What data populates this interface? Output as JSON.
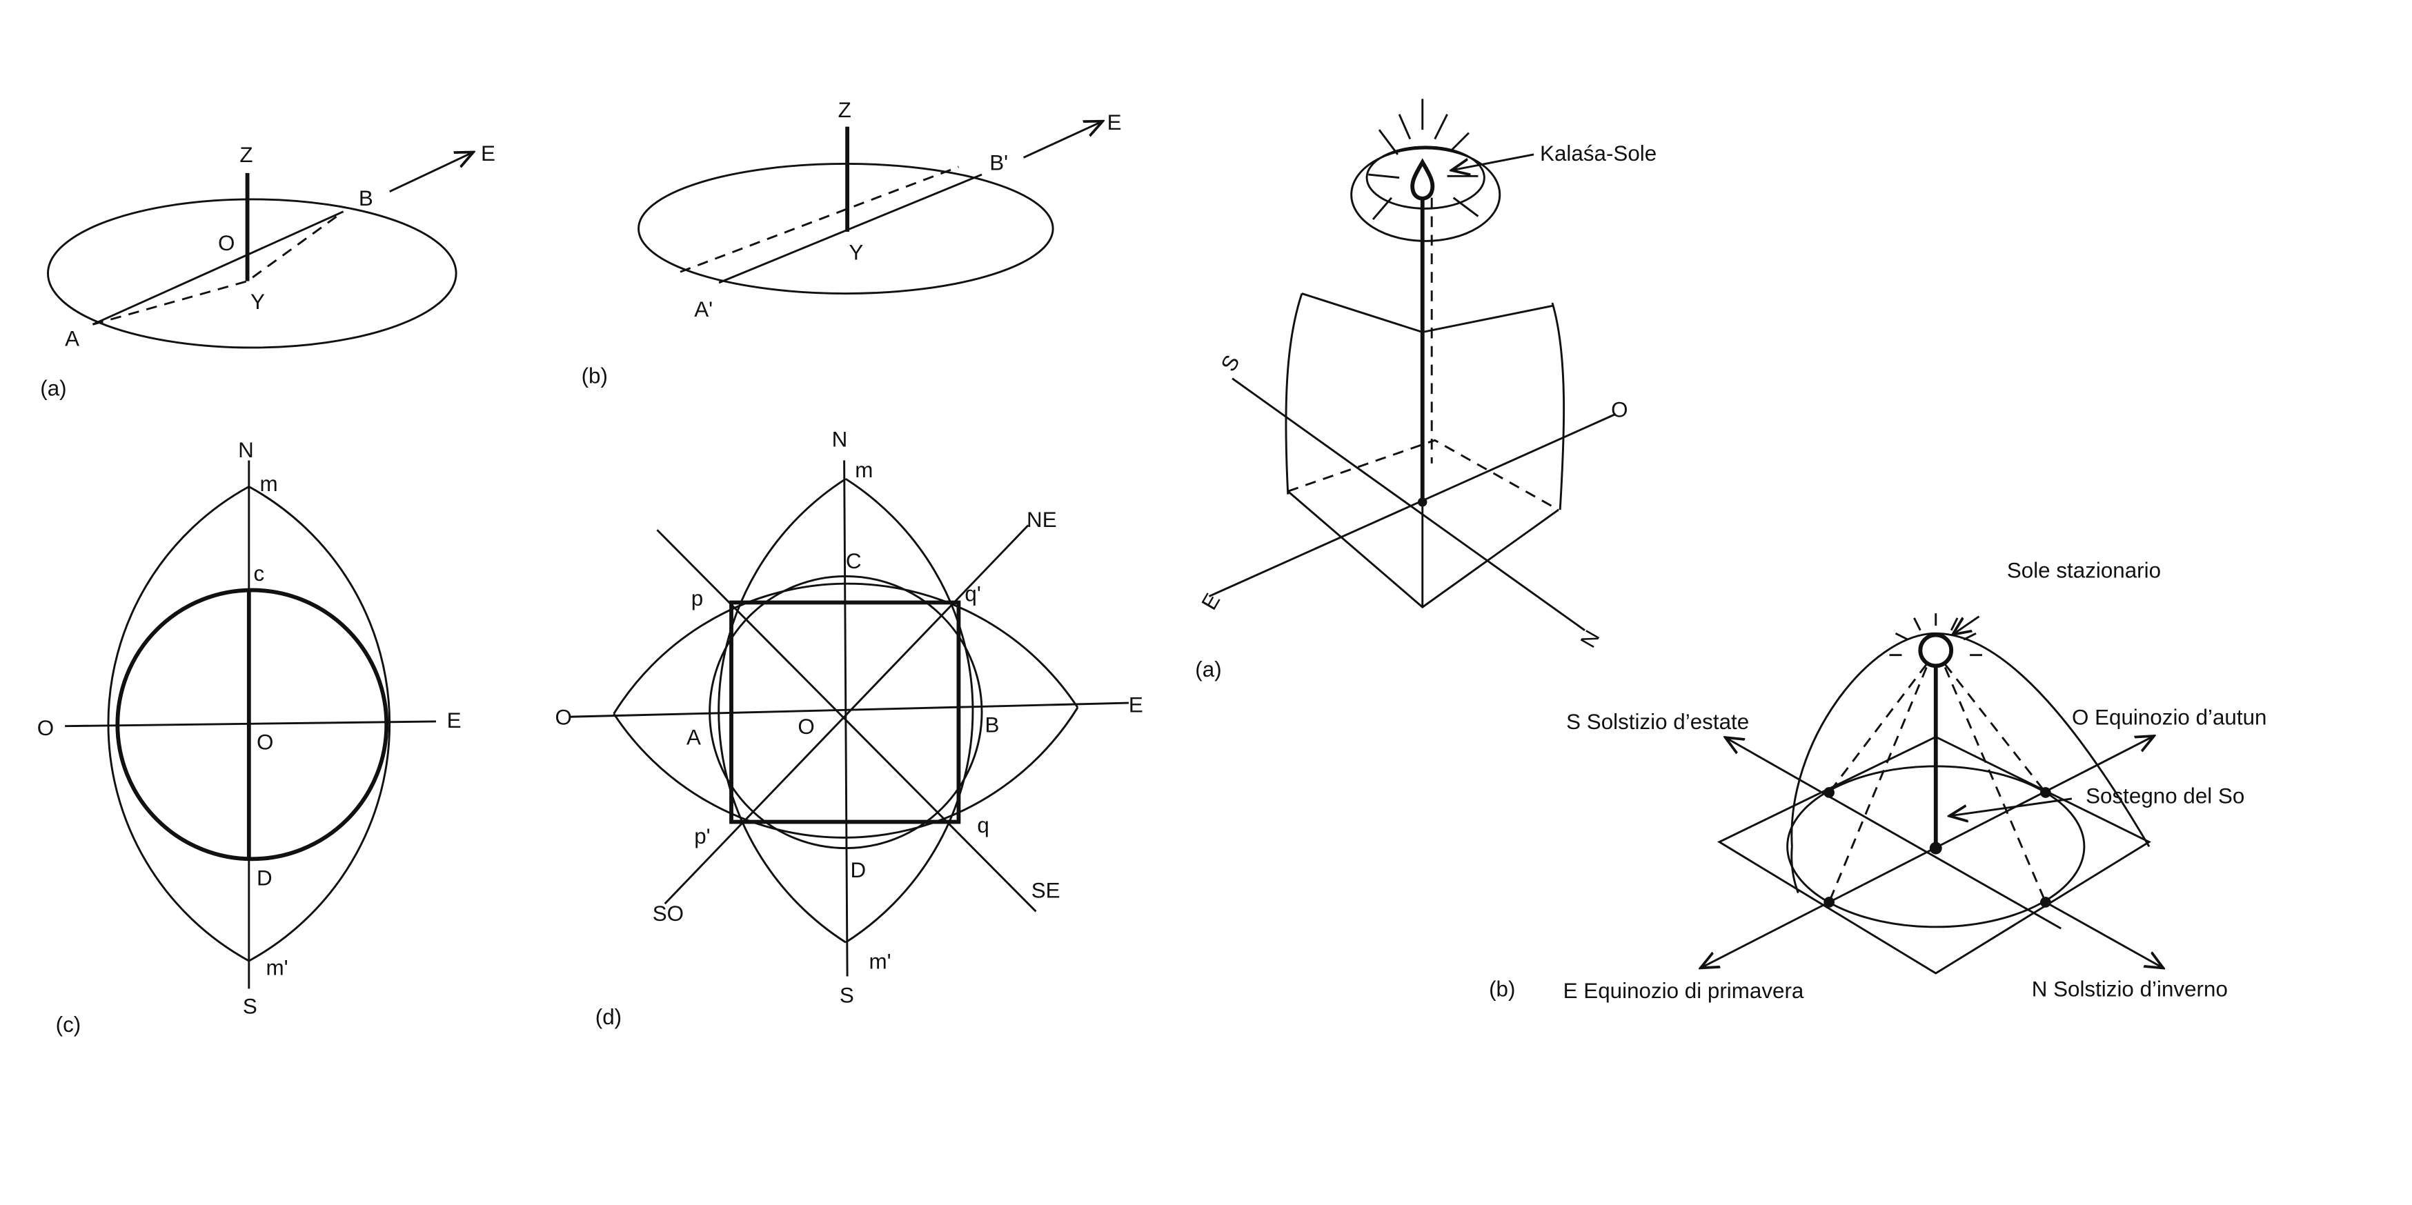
{
  "figure_a": {
    "label": "(a)",
    "Z": "Z",
    "O": "O",
    "Y": "Y",
    "A": "A",
    "B": "B",
    "E": "E"
  },
  "figure_b": {
    "label": "(b)",
    "Z": "Z",
    "Y": "Y",
    "A": "A'",
    "B": "B'",
    "E": "E"
  },
  "figure_c": {
    "label": "(c)",
    "N": "N",
    "m": "m",
    "c": "c",
    "O_left": "O",
    "O_center": "O",
    "E": "E",
    "D": "D",
    "m_prime": "m'",
    "S": "S"
  },
  "figure_d": {
    "label": "(d)",
    "N": "N",
    "m": "m",
    "C": "C",
    "NE": "NE",
    "p": "p",
    "q_prime": "q'",
    "O_left": "O",
    "A": "A",
    "O_center": "O",
    "B": "B",
    "E": "E",
    "p_prime": "p'",
    "q": "q",
    "SO": "SO",
    "D": "D",
    "SE": "SE",
    "m_prime": "m'",
    "S": "S"
  },
  "kalasa": {
    "label": "(a)",
    "sun_label": "Kalaśa-Sole",
    "S": "S",
    "O": "O",
    "E": "E",
    "N": "N"
  },
  "sun_model": {
    "label": "(b)",
    "sun_label": "Sole stazionario",
    "S": "S  Solstizio d’estate",
    "O": "O  Equinozio d’autun",
    "support": "Sostegno del So",
    "E": "E  Equinozio di primavera",
    "N": "N  Solstizio d’inverno"
  }
}
